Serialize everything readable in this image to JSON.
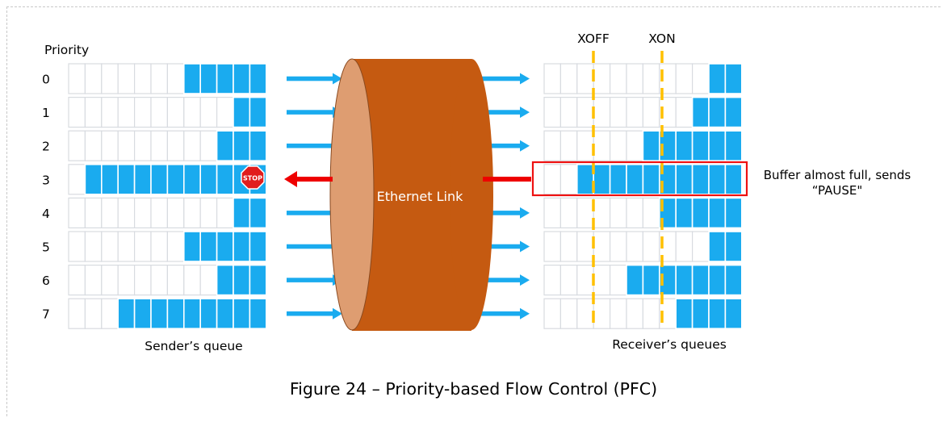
{
  "priority_header": "Priority",
  "priorities": [
    "0",
    "1",
    "2",
    "3",
    "4",
    "5",
    "6",
    "7"
  ],
  "sender": {
    "label": "Sender’s queue",
    "filled": [
      5,
      2,
      3,
      11,
      2,
      5,
      3,
      9
    ]
  },
  "receiver": {
    "label": "Receiver’s queues",
    "filled": [
      2,
      3,
      6,
      10,
      5,
      2,
      7,
      4
    ]
  },
  "link": {
    "label": "Ethernet Link"
  },
  "thresholds": {
    "xoff": "XOFF",
    "xon": "XON"
  },
  "stop_sign": {
    "label": "STOP"
  },
  "pause_note": {
    "line1": "Buffer almost full, sends",
    "line2": "“PAUSE\""
  },
  "paused_priority": 3,
  "caption": "Figure 24 – Priority-based Flow Control (PFC)",
  "colors": {
    "fill": "#1aabef",
    "empty_border": "#d8dbe0",
    "cylinder_body": "#c55a11",
    "cylinder_face": "#de9d71",
    "arrow": "#1aabef",
    "pause_arrow": "#ee0000",
    "threshold": "#ffc000",
    "highlight_box": "#ee1111",
    "stop": "#e11d1d"
  }
}
